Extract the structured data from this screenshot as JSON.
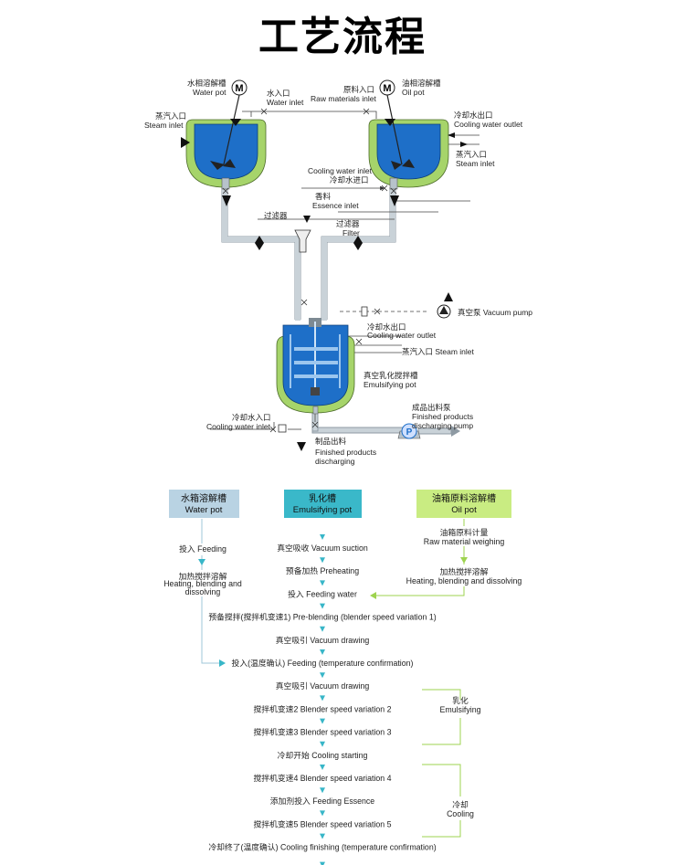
{
  "title": "工艺流程",
  "equipment": {
    "water_pot": {
      "zh": "水相溶解槽",
      "en": "Water pot",
      "motor": "M"
    },
    "oil_pot": {
      "zh": "油相溶解槽",
      "en": "Oil pot",
      "motor": "M"
    },
    "emulsifying_pot": {
      "zh": "真空乳化搅拌槽",
      "en": "Emulsifying pot"
    },
    "vacuum_pump": {
      "label": "真空泵 Vacuum pump"
    },
    "discharge_pump": {
      "zh": "成品出料泵",
      "en1": "Finished products",
      "en2": "discharging pump",
      "symbol": "P"
    }
  },
  "labels": {
    "steam_left": {
      "zh": "蒸汽入口",
      "en": "Steam inlet"
    },
    "water_inlet": {
      "zh": "水入口",
      "en": "Water inlet"
    },
    "raw_inlet": {
      "zh": "原料入口",
      "en": "Raw materials inlet"
    },
    "cool_out_right": {
      "zh": "冷却水出口",
      "en": "Cooling water outlet"
    },
    "steam_right": {
      "zh": "蒸汽入口",
      "en": "Steam inlet"
    },
    "cool_in_top": {
      "en": "Cooling water inlet",
      "zh": "冷却水进口"
    },
    "essence": {
      "zh": "香料",
      "en": "Essence inlet"
    },
    "filter_left": {
      "zh": "过滤器"
    },
    "filter_right": {
      "zh": "过滤器",
      "en": "Filter"
    },
    "cool_out_mid": {
      "zh": "冷却水出口",
      "en": "Cooling water outlet"
    },
    "steam_mid": {
      "label": "蒸汽入口 Steam inlet"
    },
    "cool_in_bottom": {
      "zh": "冷却水入口",
      "en": "Cooling water inlet"
    },
    "product_out": {
      "zh": "制品出料",
      "en1": "Finished products",
      "en2": "discharging"
    }
  },
  "flow": {
    "headers": {
      "water": {
        "zh": "水箱溶解槽",
        "en": "Water pot",
        "color": "#b9d3e3"
      },
      "emulsify": {
        "zh": "乳化槽",
        "en": "Emulsifying pot",
        "color": "#3ab8c9"
      },
      "oil": {
        "zh": "油箱原料溶解槽",
        "en": "Oil pot",
        "color": "#c9ec82"
      }
    },
    "water_steps": {
      "feeding": "投入 Feeding",
      "heating_zh": "加热搅拌溶解",
      "heating_en1": "Heating, blending and",
      "heating_en2": "dissolving"
    },
    "oil_steps": {
      "weigh_zh": "油箱原料计量",
      "weigh_en": "Raw material weighing",
      "heating_zh": "加热搅拌溶解",
      "heating_en": "Heating, blending and dissolving"
    },
    "main_steps": [
      "真空吸收 Vacuum suction",
      "预备加热 Preheating",
      "投入 Feeding water",
      "预备搅拌(搅拌机变速1) Pre-blending (blender speed variation 1)",
      "真空吸引 Vacuum drawing",
      "投入(温度确认) Feeding (temperature confirmation)",
      "真空吸引 Vacuum drawing",
      "搅拌机变速2 Blender speed variation 2",
      "搅拌机变速3 Blender speed variation 3",
      "冷却开始 Cooling starting",
      "搅拌机变速4 Blender speed variation 4",
      "添加剂投入 Feeding Essence",
      "搅拌机变速5 Blender speed variation 5",
      "冷却终了(温度确认) Cooling finishing (temperature confirmation)"
    ],
    "phases": {
      "emulsify": {
        "zh": "乳化",
        "en": "Emulsifying"
      },
      "cooling": {
        "zh": "冷却",
        "en": "Cooling"
      }
    }
  },
  "colors": {
    "tank_blue": "#1e6fc8",
    "jacket_green": "#a6d46a",
    "pipe_gray": "#b9c4cc",
    "arrow_teal": "#38b6c8",
    "line_blue": "#9fc7d9",
    "line_green": "#9ed34f"
  }
}
